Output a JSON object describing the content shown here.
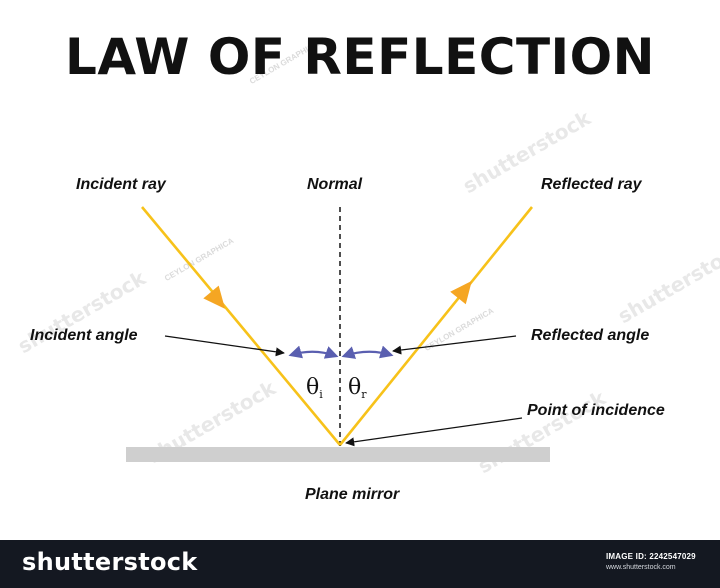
{
  "title": "LAW OF REFLECTION",
  "labels": {
    "incident_ray": "Incident ray",
    "normal": "Normal",
    "reflected_ray": "Reflected ray",
    "incident_angle": "Incident angle",
    "reflected_angle": "Reflected angle",
    "point_of_incidence": "Point of incidence",
    "plane_mirror": "Plane mirror"
  },
  "angle_symbols": {
    "theta": "θ",
    "incident_sub": "i",
    "reflected_sub": "r"
  },
  "footer": {
    "brand": "shutterstock",
    "image_id": "IMAGE ID: 2242547029",
    "site": "www.shutterstock.com"
  },
  "watermarks": {
    "brand": "shutterstock",
    "author": "CEYLON GRAPHICA"
  },
  "colors": {
    "ray": "#f7c21a",
    "arrowhead": "#f5a623",
    "angle_arc": "#5a5fb0",
    "mirror": "#cfcfcf",
    "footer_bg": "#141821"
  },
  "icons": {
    "ray_arrow": "triangle-arrow-icon",
    "angle_arrow": "curved-double-arrow-icon"
  }
}
